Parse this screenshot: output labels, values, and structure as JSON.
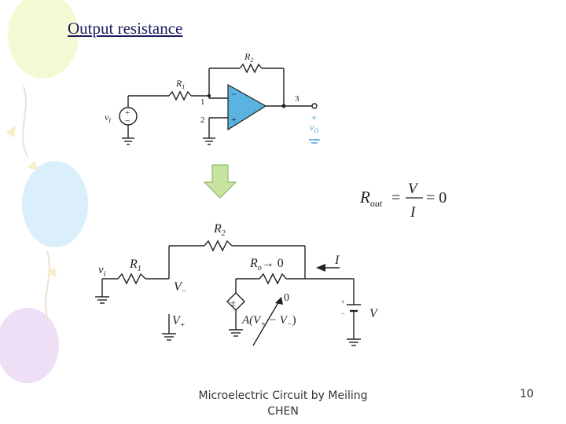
{
  "slide": {
    "title": "Output resistance",
    "footer_line1": "Microelectric Circuit by Meiling",
    "footer_line2": "CHEN",
    "page_number": "10"
  },
  "top_circuit": {
    "r1": "R",
    "r1_sub": "1",
    "r2": "R",
    "r2_sub": "2",
    "node1": "1",
    "node2": "2",
    "node3": "3",
    "vin": "v",
    "vin_sub": "I",
    "vout": "v",
    "vout_sub": "O",
    "minus": "−",
    "plus": "+"
  },
  "formula": {
    "lhs": "R",
    "lhs_sub": "out",
    "numerator": "V",
    "denominator": "I",
    "rhs": "= 0"
  },
  "bottom_circuit": {
    "r1": "R",
    "r1_sub": "1",
    "r2": "R",
    "r2_sub": "2",
    "ro": "R",
    "ro_sub": "o",
    "ro_value": "→ 0",
    "vi": "v",
    "vi_sub": "i",
    "vminus": "V",
    "vminus_sub": "−",
    "vplus": "V",
    "vplus_sub": "+",
    "current": "I",
    "source": "V",
    "dep_source": "A(V",
    "dep_plus": "+",
    "dep_mid": " − V",
    "dep_minus": "−",
    "dep_close": ")",
    "zero_label": "0",
    "eq_sign": "=",
    "pm": "±"
  },
  "colors": {
    "wire": "#222222",
    "opamp_fill": "#5bb3e0",
    "accent_green": "#c6e3a0",
    "arrow_green": "#b8dd8e",
    "title": "#1a1a60",
    "vout": "#3aa0d8"
  }
}
